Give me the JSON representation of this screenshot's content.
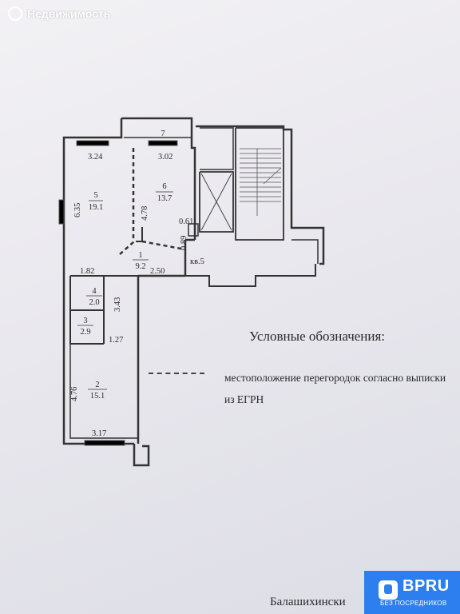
{
  "watermark": {
    "brand": "Я",
    "service": "Недвижимость"
  },
  "plan": {
    "rooms": [
      {
        "number": "1",
        "area": "9.2"
      },
      {
        "number": "2",
        "area": "15.1"
      },
      {
        "number": "3",
        "area": "2.9"
      },
      {
        "number": "4",
        "area": "2.0"
      },
      {
        "number": "5",
        "area": "19.1"
      },
      {
        "number": "6",
        "area": "13.7"
      },
      {
        "number": "7",
        "area": ""
      }
    ],
    "dimensions": {
      "d324": "3.24",
      "d302": "3.02",
      "d635": "6.35",
      "d478": "4.78",
      "d061": "0.61",
      "d089": "0.89",
      "d182": "1.82",
      "d250": "2.50",
      "d343": "3.43",
      "d127": "1.27",
      "d476": "4.76",
      "d317": "3.17"
    },
    "apartment_label": "кв.5"
  },
  "legend": {
    "title": "Условные обозначения:",
    "dashed_line_text": "местоположение перегородок согласно выписки из ЕГРН"
  },
  "footer": {
    "text": "Балашихински"
  },
  "badge": {
    "name": "BPRU",
    "subtitle": "БЕЗ ПОСРЕДНИКОВ",
    "color": "#2d7ff0"
  }
}
